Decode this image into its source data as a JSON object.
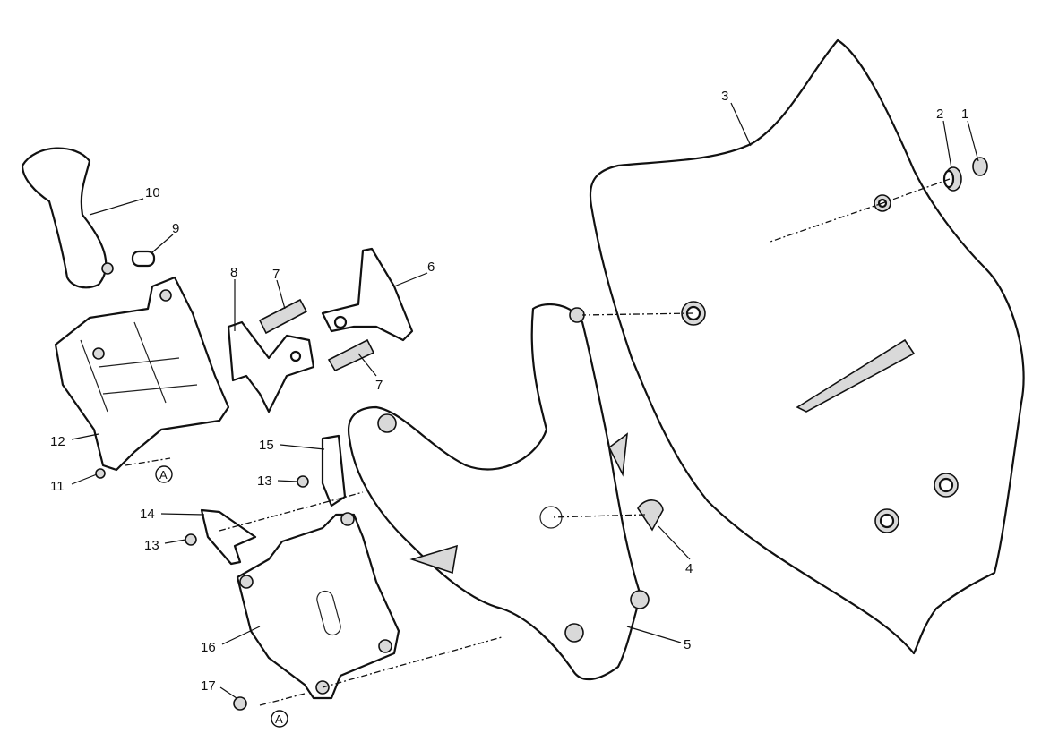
{
  "diagram": {
    "callouts": {
      "c1": "1",
      "c2": "2",
      "c3": "3",
      "c4": "4",
      "c5": "5",
      "c6": "6",
      "c7a": "7",
      "c7b": "7",
      "c8": "8",
      "c9": "9",
      "c10": "10",
      "c11": "11",
      "c12": "12",
      "c13a": "13",
      "c13b": "13",
      "c14": "14",
      "c15": "15",
      "c16": "16",
      "c17": "17"
    },
    "view_marks": {
      "a1": "A",
      "a2": "A"
    }
  }
}
